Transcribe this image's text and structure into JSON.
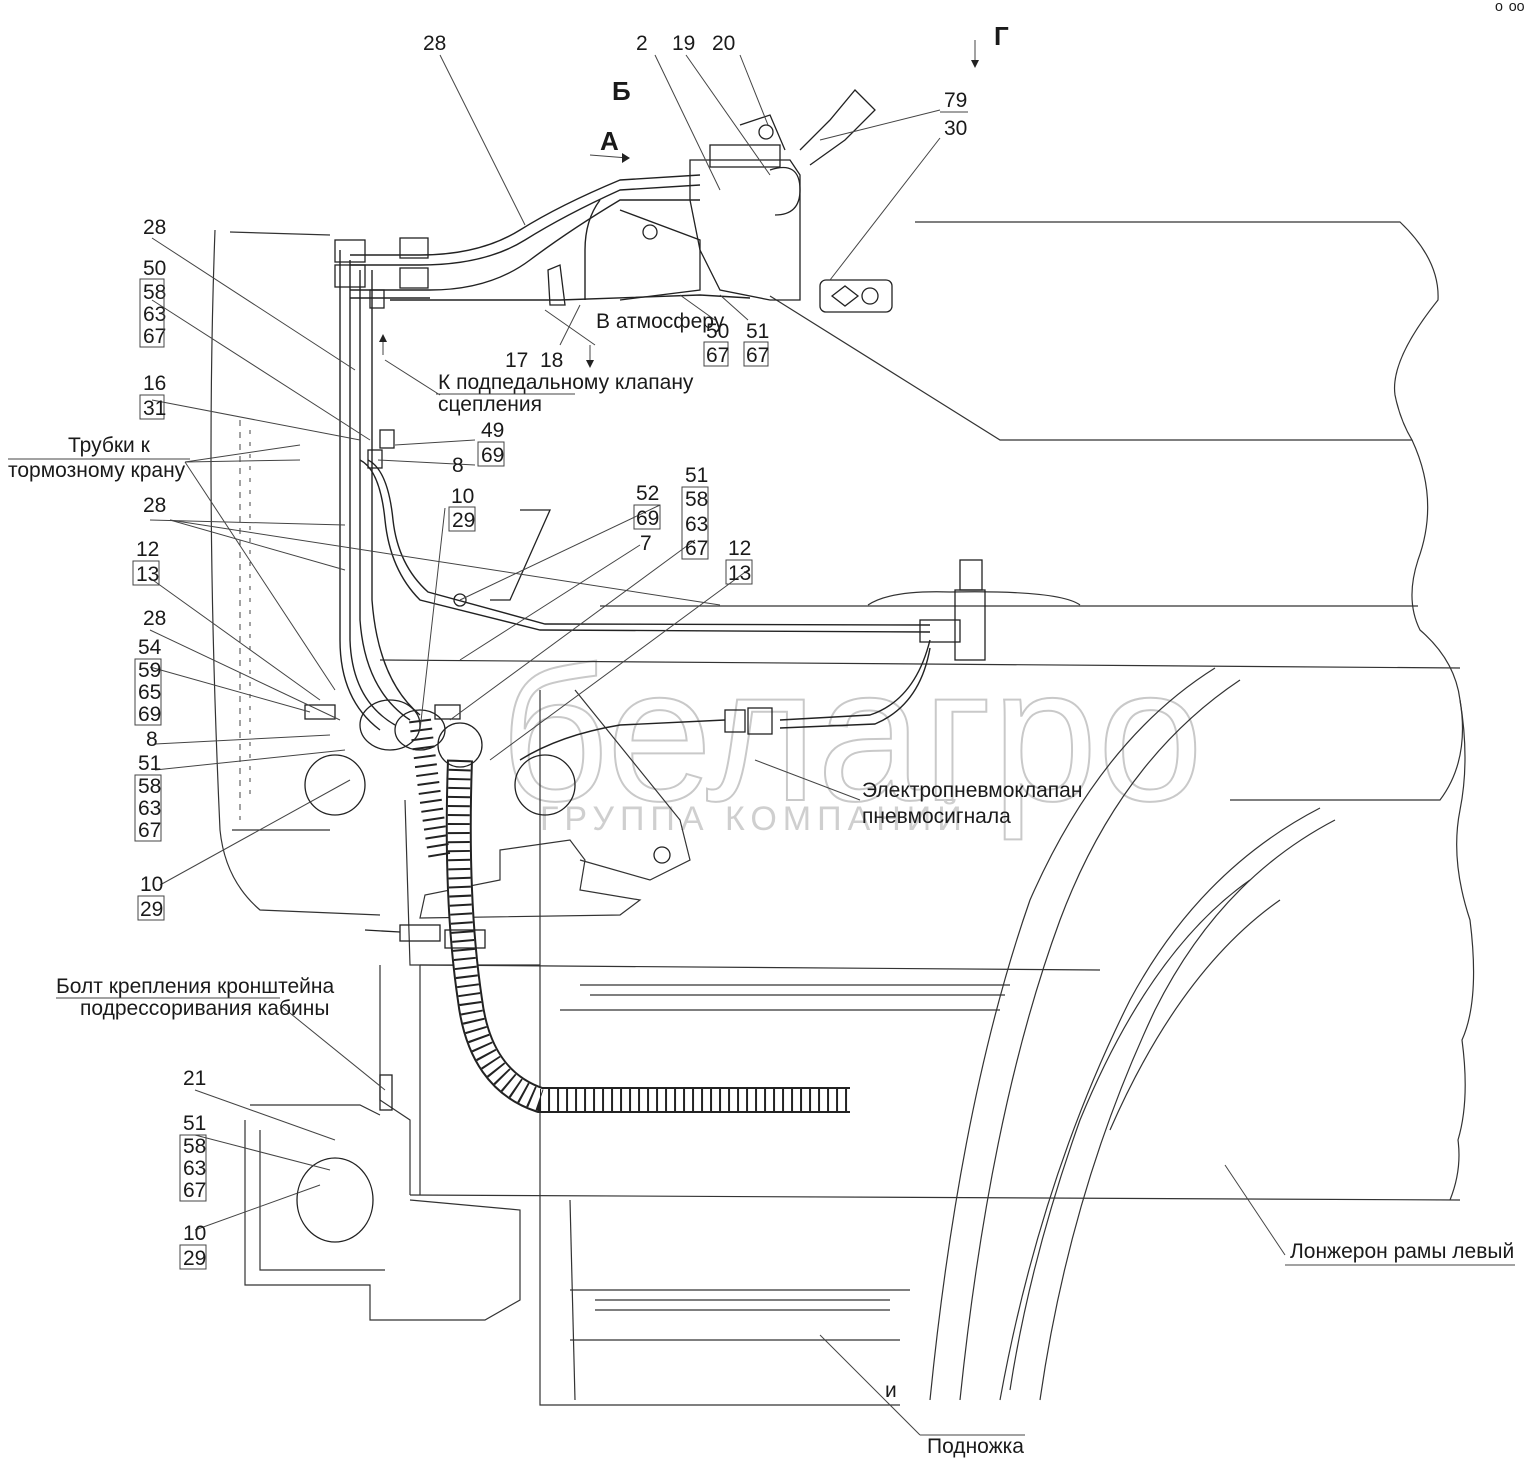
{
  "corner_mark": "ᵒ ᵒᵒᵒ",
  "view_labels": {
    "a": "А",
    "b": "Б",
    "g": "Г"
  },
  "callouts": {
    "c28_top": "28",
    "c2": "2",
    "c19": "19",
    "c20": "20",
    "c79": "79",
    "c30": "30",
    "c28_left": "28",
    "c50": "50",
    "c58": "58",
    "c63": "63",
    "c67": "67",
    "c17": "17",
    "c18": "18",
    "c50b": "50",
    "c67b": "67",
    "c51b": "51",
    "c67c": "67",
    "c16": "16",
    "c31": "31",
    "c49": "49",
    "c69": "69",
    "c8": "8",
    "c10a": "10",
    "c29a": "29",
    "c52": "52",
    "c69b": "69",
    "c7": "7",
    "c51c": "51",
    "c58c": "58",
    "c63c": "63",
    "c67d": "67",
    "c12b": "12",
    "c13b": "13",
    "c28c": "28",
    "c12": "12",
    "c13": "13",
    "c28d": "28",
    "c54": "54",
    "c59": "59",
    "c65": "65",
    "c69c": "69",
    "c8b": "8",
    "c51d": "51",
    "c58d": "58",
    "c63d": "63",
    "c67e": "67",
    "c10b": "10",
    "c29b": "29",
    "c21": "21",
    "c51e": "51",
    "c58e": "58",
    "c63e": "63",
    "c67f": "67",
    "c10c": "10",
    "c29c": "29"
  },
  "notes": {
    "atmosphere": "В атмосферу",
    "clutch_valve_1": "К подпедальному клапану",
    "clutch_valve_2": "сцепления",
    "brake_tubes_1": "Трубки к",
    "brake_tubes_2": "тормозному крану",
    "solenoid_1": "Электропневмоклапан",
    "solenoid_2": "пневмосигнала",
    "bolt_1": "Болт крепления кронштейна",
    "bolt_2": "подрессоривания кабины",
    "frame_rail": "Лонжерон рамы левый",
    "footstep": "Подножка",
    "small_mark": "и"
  },
  "watermark": {
    "brand": "белагро",
    "sub": "ГРУППА КОМПАНИЙ"
  }
}
